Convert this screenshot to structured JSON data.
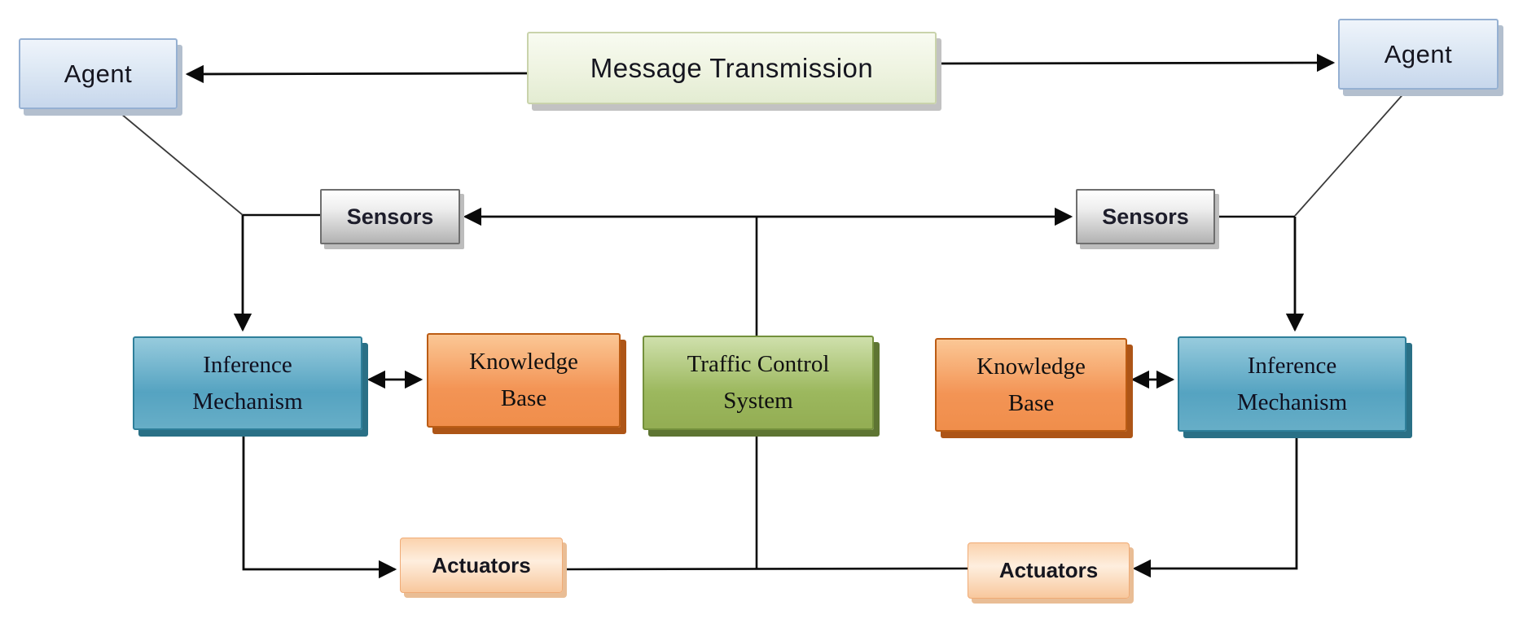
{
  "diagram": {
    "nodes": {
      "agent_left": {
        "label": "Agent",
        "fill": "#dde8f4",
        "border": "#95b0d2"
      },
      "agent_right": {
        "label": "Agent",
        "fill": "#dde8f4",
        "border": "#95b0d2"
      },
      "message_transmission": {
        "label": "Message Transmission",
        "fill": "#eef3e0",
        "border": "#c9d3ab"
      },
      "sensors_left": {
        "label": "Sensors",
        "fill": "#d6d6d6",
        "border": "#6e6e6e"
      },
      "sensors_right": {
        "label": "Sensors",
        "fill": "#d6d6d6",
        "border": "#6e6e6e"
      },
      "inference_left": {
        "label": "Inference\nMechanism",
        "fill": "#55a3c1",
        "border": "#2e7f9a"
      },
      "inference_right": {
        "label": "Inference\nMechanism",
        "fill": "#55a3c1",
        "border": "#2e7f9a"
      },
      "knowledge_left": {
        "label": "Knowledge\nBase",
        "fill": "#f39455",
        "border": "#bb5c14"
      },
      "knowledge_right": {
        "label": "Knowledge\nBase",
        "fill": "#f39455",
        "border": "#bb5c14"
      },
      "traffic_control": {
        "label": "Traffic Control\nSystem",
        "fill": "#9cb85e",
        "border": "#74903c"
      },
      "actuators_left": {
        "label": "Actuators",
        "fill": "#feeede",
        "border": "#f0ab76"
      },
      "actuators_right": {
        "label": "Actuators",
        "fill": "#feeede",
        "border": "#f0ab76"
      }
    },
    "edges": [
      {
        "from": "message_transmission",
        "to": "agent_left",
        "style": "arrow"
      },
      {
        "from": "message_transmission",
        "to": "agent_right",
        "style": "arrow"
      },
      {
        "from": "agent_left",
        "to": "junction_left",
        "style": "plain-diagonal"
      },
      {
        "from": "agent_right",
        "to": "junction_right",
        "style": "plain-diagonal"
      },
      {
        "from": "traffic_control",
        "to": "sensors_left",
        "style": "arrow"
      },
      {
        "from": "traffic_control",
        "to": "sensors_right",
        "style": "arrow"
      },
      {
        "from": "junction_left",
        "to": "inference_left",
        "style": "arrow"
      },
      {
        "from": "junction_right",
        "to": "inference_right",
        "style": "arrow"
      },
      {
        "from": "inference_left",
        "to": "knowledge_left",
        "style": "double-arrow"
      },
      {
        "from": "inference_right",
        "to": "knowledge_right",
        "style": "double-arrow"
      },
      {
        "from": "inference_left",
        "to": "actuators_left",
        "style": "arrow-elbow"
      },
      {
        "from": "inference_right",
        "to": "actuators_right",
        "style": "arrow-elbow"
      },
      {
        "from": "traffic_control",
        "to": "actuators_left",
        "style": "plain"
      },
      {
        "from": "traffic_control",
        "to": "actuators_right",
        "style": "plain"
      }
    ],
    "line_color": "#0a0a0a",
    "background": "#ffffff"
  }
}
